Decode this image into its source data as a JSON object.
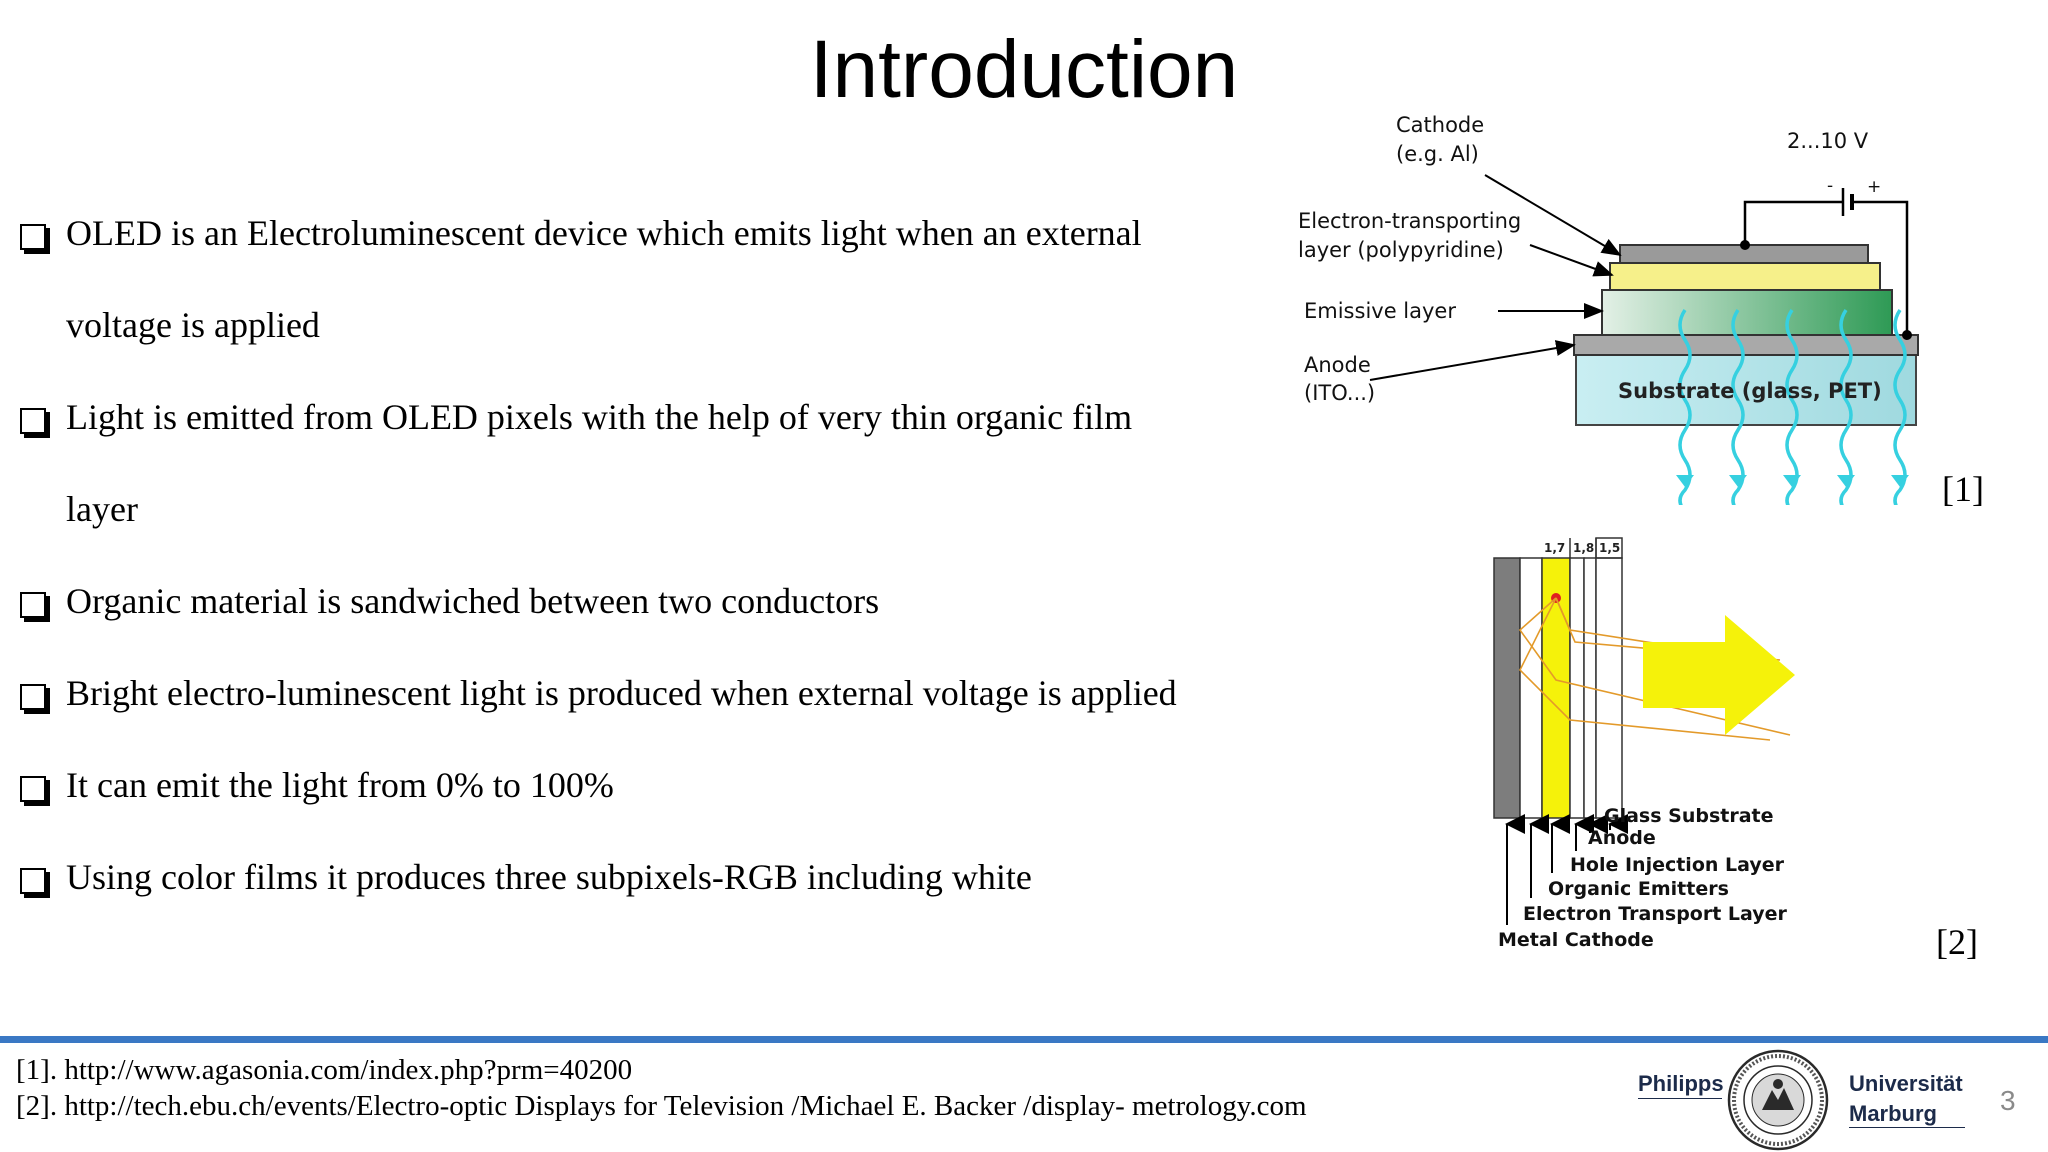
{
  "slide": {
    "title": "Introduction",
    "bullets": [
      {
        "lines": [
          "OLED is an Electroluminescent device which emits light when an external",
          "voltage is applied"
        ]
      },
      {
        "lines": [
          "Light is emitted from OLED pixels with the help of very thin organic film",
          "layer"
        ]
      },
      {
        "lines": [
          "Organic material is sandwiched between two conductors"
        ]
      },
      {
        "lines": [
          "Bright electro-luminescent light is produced when external voltage is applied"
        ]
      },
      {
        "lines": [
          "It can emit the light from 0% to 100%"
        ]
      },
      {
        "lines": [
          "Using color films it produces three subpixels-RGB including white"
        ]
      }
    ],
    "page_number": "3"
  },
  "diagram1": {
    "labels": {
      "cathode": "Cathode",
      "cathode_sub": "(e.g. Al)",
      "etl": "Electron-transporting",
      "etl_sub": "layer (polypyridine)",
      "emissive": "Emissive layer",
      "anode": "Anode",
      "anode_sub": "(ITO...)",
      "voltage": "2...10 V",
      "minus": "-",
      "plus": "+",
      "substrate": "Substrate (glass, PET)"
    },
    "ref": "[1]"
  },
  "diagram2": {
    "top_labels": [
      "1,7",
      "1,8",
      "1,5"
    ],
    "layers": [
      "Glass Substrate",
      "Anode",
      "Hole Injection Layer",
      "Organic Emitters",
      "Electron Transport Layer",
      "Metal Cathode"
    ],
    "ref": "[2]"
  },
  "footer": {
    "refs": [
      "[1]. http://www.agasonia.com/index.php?prm=40200",
      "[2]. http://tech.ebu.ch/events/Electro-optic Displays for Television /Michael E. Backer /display- metrology.com"
    ],
    "logo": {
      "left": "Philipps",
      "right_1": "Universität",
      "right_2": "Marburg",
      "seal_icon": "university-seal-icon"
    }
  }
}
